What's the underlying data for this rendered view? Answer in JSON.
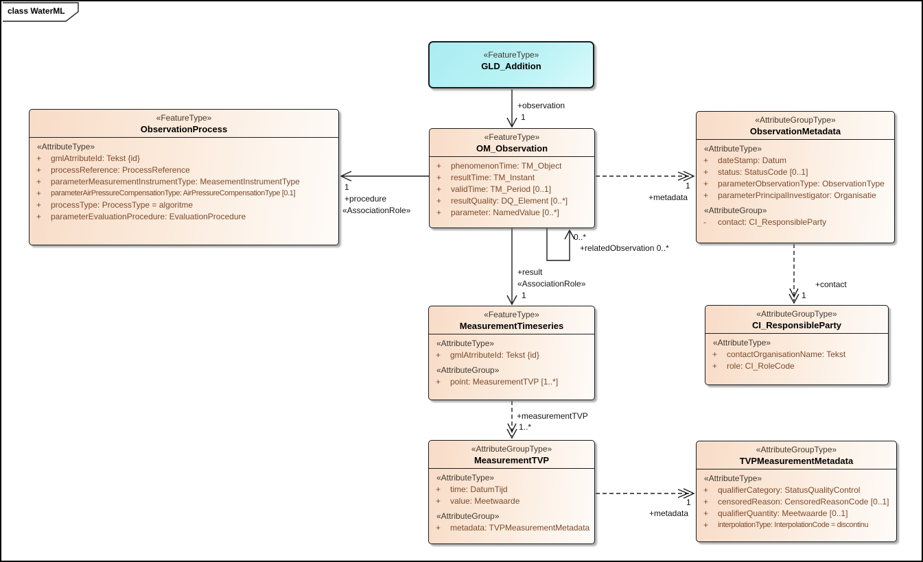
{
  "frame": {
    "title": "class WaterML"
  },
  "colors": {
    "box_fill_left": "#f8dcc7",
    "box_fill_right": "#fefbf8",
    "gld_fill": "#a9edf2",
    "attribute_text": "#7b4a2b",
    "border": "#1b1b1b"
  },
  "boxes": {
    "gld_addition": {
      "stereotype": "«FeatureType»",
      "name": "GLD_Addition"
    },
    "observation_process": {
      "stereotype": "«FeatureType»",
      "name": "ObservationProcess",
      "rows": [
        {
          "label": "«AttributeType»"
        },
        {
          "prefix": "+",
          "text": "gmlAtrributeId: Tekst {id}"
        },
        {
          "prefix": "+",
          "text": "processReference: ProcessReference"
        },
        {
          "prefix": "+",
          "text": "parameterMeasurementInstrumentType: MeasementInstrumentType"
        },
        {
          "prefix": "+",
          "text": "parameterAirPressureCompensationType: AirPressureCompensationType [0.1]"
        },
        {
          "prefix": "+",
          "text": "processType: ProcessType = algoritme"
        },
        {
          "prefix": "+",
          "text": "parameterEvaluationProcedure: EvaluationProcedure"
        }
      ]
    },
    "om_observation": {
      "stereotype": "«FeatureType»",
      "name": "OM_Observation",
      "rows": [
        {
          "prefix": "+",
          "text": "phenomenonTime: TM_Object"
        },
        {
          "prefix": "+",
          "text": "resultTime: TM_Instant"
        },
        {
          "prefix": "+",
          "text": "validTime: TM_Period [0..1]"
        },
        {
          "prefix": "+",
          "text": "resultQuality: DQ_Element [0..*]"
        },
        {
          "prefix": "+",
          "text": "parameter: NamedValue [0..*]"
        }
      ]
    },
    "observation_metadata": {
      "stereotype": "«AttributeGroupType»",
      "name": "ObservationMetadata",
      "rows": [
        {
          "label": "«AttributeType»"
        },
        {
          "prefix": "+",
          "text": "dateStamp: Datum"
        },
        {
          "prefix": "+",
          "text": "status: StatusCode [0..1]"
        },
        {
          "prefix": "+",
          "text": "parameterObservationType: ObservationType"
        },
        {
          "prefix": "+",
          "text": "parameterPrincipalInvestigator: Organisatie"
        },
        {
          "label": "«AttributeGroup»"
        },
        {
          "prefix": "-",
          "text": "contact: CI_ResponsibleParty"
        }
      ]
    },
    "measurement_timeseries": {
      "stereotype": "«FeatureType»",
      "name": "MeasurementTimeseries",
      "rows": [
        {
          "label": "«AttributeType»"
        },
        {
          "prefix": "+",
          "text": "gmlAtrributeId: Tekst {id}"
        },
        {
          "label": "«AttributeGroup»"
        },
        {
          "prefix": "+",
          "text": "point: MeasurementTVP [1..*]"
        }
      ]
    },
    "ci_responsible_party": {
      "stereotype": "«AttributeGroupType»",
      "name": "CI_ResponsibleParty",
      "rows": [
        {
          "label": "«AttributeType»"
        },
        {
          "prefix": "+",
          "text": "contactOrganisationName: Tekst"
        },
        {
          "prefix": "+",
          "text": "role: CI_RoleCode"
        }
      ]
    },
    "measurement_tvp": {
      "stereotype": "«AttributeGroupType»",
      "name": "MeasurementTVP",
      "rows": [
        {
          "label": "«AttributeType»"
        },
        {
          "prefix": "+",
          "text": "time: DatumTijd"
        },
        {
          "prefix": "+",
          "text": "value: Meetwaarde"
        },
        {
          "label": "«AttributeGroup»"
        },
        {
          "prefix": "+",
          "text": "metadata: TVPMeasurementMetadata"
        }
      ]
    },
    "tvp_measurement_metadata": {
      "stereotype": "«AttributeGroupType»",
      "name": "TVPMeasurementMetadata",
      "rows": [
        {
          "label": "«AttributeType»"
        },
        {
          "prefix": "+",
          "text": "qualifierCategory: StatusQualityControl"
        },
        {
          "prefix": "+",
          "text": "censoredReason: CensoredReasonCode [0..1]"
        },
        {
          "prefix": "+",
          "text": "qualifierQuantity: Meetwaarde [0..1]"
        },
        {
          "prefix": "+",
          "text": "interpolationType: InterpolationCode = discontinu"
        }
      ]
    }
  },
  "connectors": {
    "observation": {
      "role": "+observation",
      "mult": "1"
    },
    "procedure": {
      "mult": "1",
      "role": "+procedure",
      "stereotype": "«AssociationRole»"
    },
    "metadata_top": {
      "mult": "1",
      "role": "+metadata"
    },
    "related_observation": {
      "source_mult": "0..*",
      "role": "+relatedObservation 0..*"
    },
    "result": {
      "role": "+result",
      "stereotype": "«AssociationRole»",
      "mult": "1"
    },
    "contact": {
      "role": "+contact",
      "mult": "1"
    },
    "measurement_tvp": {
      "role": "+measurementTVP",
      "mult": "1..*"
    },
    "metadata_bottom": {
      "mult": "1",
      "role": "+metadata"
    }
  }
}
